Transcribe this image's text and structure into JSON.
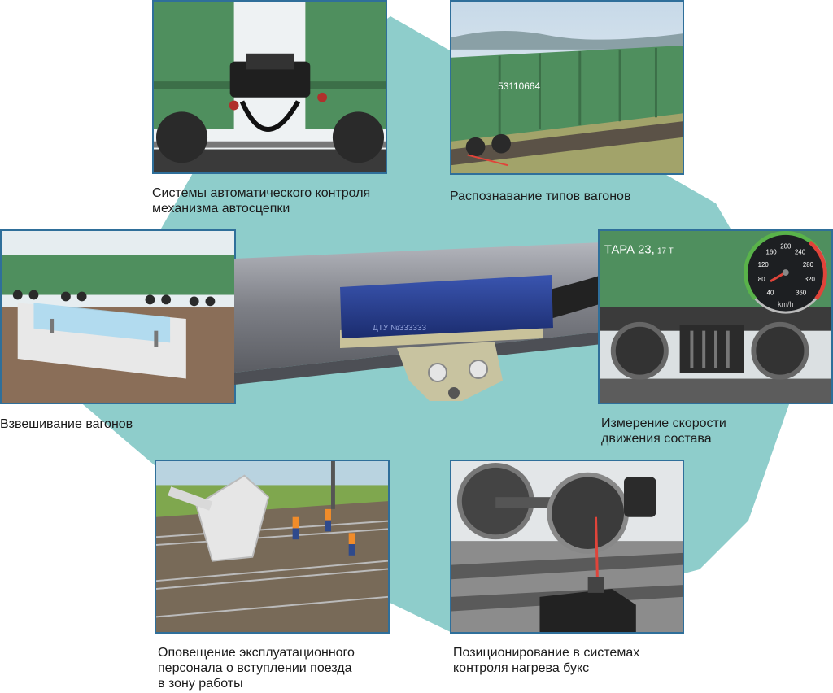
{
  "colors": {
    "background_shape": "#8ecdcb",
    "panel_border": "#2f6f9a",
    "wagon_green": "#4f8f5e",
    "sensor_blue": "#223a8a",
    "rail_grey": "#7d7f86",
    "laser_red": "#e0443a"
  },
  "panels": {
    "coupler": {
      "caption_line1": "Системы автоматического контроля",
      "caption_line2": "механизма автосцепки"
    },
    "wagon_type": {
      "caption_line1": "Распознавание типов вагонов",
      "wagon_number": "53110664"
    },
    "weighing": {
      "caption_line1": "Взвешивание вагонов"
    },
    "sensor": {
      "marking": "ДТУ №333333"
    },
    "speed": {
      "caption_line1": "Измерение скорости",
      "caption_line2": "движения состава",
      "tare_label": "ТАРА 23,",
      "tare_suffix": "17 Т",
      "unit": "km/h",
      "ticks": [
        "40",
        "80",
        "120",
        "160",
        "200",
        "240",
        "280",
        "320",
        "360"
      ]
    },
    "alert": {
      "caption_line1": "Оповещение эксплуатационного",
      "caption_line2": "персонала о вступлении поезда",
      "caption_line3": "в зону работы"
    },
    "axlebox": {
      "caption_line1": "Позиционирование в системах",
      "caption_line2": "контроля нагрева букс"
    }
  }
}
